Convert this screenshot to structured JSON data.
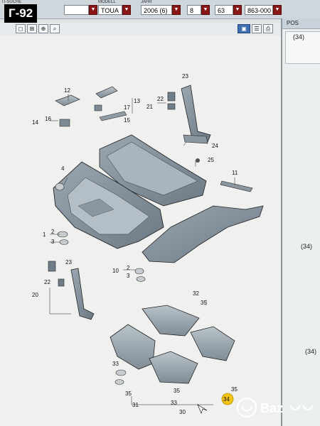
{
  "badge": "Г-92",
  "topbar": {
    "search_label": "TI-SUCHE",
    "model_label": "MODELL",
    "jahr_label": "JAHR",
    "model_value": "TOUA",
    "year_value": "2006 (6)",
    "field3_value": "8",
    "field4_value": "63",
    "field5_value": "863-000"
  },
  "right_panel": {
    "header": "POS",
    "refs": [
      "(34)",
      "(34)",
      "(34)"
    ]
  },
  "diagram": {
    "callouts": [
      "12",
      "16",
      "14",
      "13",
      "17",
      "15",
      "23",
      "22",
      "21",
      "24",
      "25",
      "4",
      "11",
      "1",
      "2",
      "3",
      "23",
      "22",
      "20",
      "10",
      "2",
      "3",
      "32",
      "35",
      "33",
      "35",
      "35",
      "31",
      "33",
      "30",
      "35",
      "34"
    ]
  },
  "watermark": "Baz"
}
